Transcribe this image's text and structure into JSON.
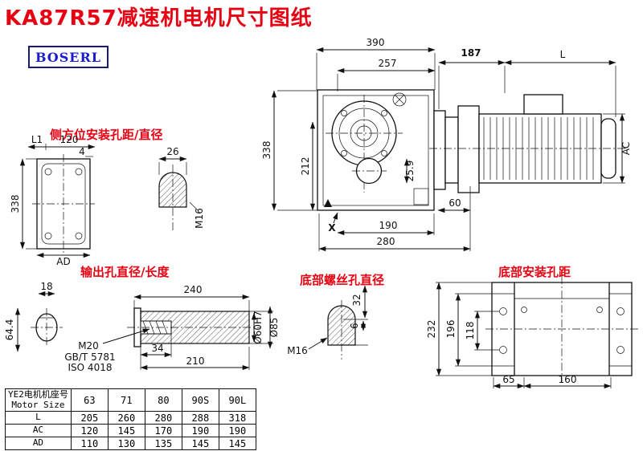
{
  "page": {
    "title": "KA87R57减速机电机尺寸图纸",
    "logo": "BOSERL"
  },
  "section_labels": {
    "side_mount": "侧方位安装孔距/直径",
    "output_hole": "输出孔直径/长度",
    "bottom_screw": "底部螺丝孔直径",
    "bottom_mount": "底部安装孔距"
  },
  "main_view": {
    "w390": "390",
    "w257": "257",
    "w187": "187",
    "len_l": "L",
    "h338": "338",
    "h212": "212",
    "d25_9": "25.9",
    "w60": "60",
    "x_mark": "X",
    "w190": "190",
    "w280": "280",
    "ac": "AC"
  },
  "flange_view": {
    "l1": "L1",
    "w120": "120",
    "w4": "4",
    "h338": "338",
    "ad": "AD"
  },
  "side_hole_view": {
    "w26": "26",
    "thread": "M16"
  },
  "output_view": {
    "w18": "18",
    "h64_4": "64.4",
    "w240": "240",
    "thread": "M20",
    "std_gb": "GB/T 5781",
    "std_iso": "ISO 4018",
    "w34": "34",
    "w210": "210",
    "d60": "Ø60H7",
    "d85": "Ø85"
  },
  "bottom_screw_view": {
    "h32": "32",
    "h6": "6",
    "thread": "M16"
  },
  "bottom_mount_view": {
    "h232": "232",
    "h196": "196",
    "h118": "118",
    "w65": "65",
    "w160": "160"
  },
  "table": {
    "header_cn": "YE2电机机座号",
    "header_en": "Motor Size",
    "sizes": [
      "63",
      "71",
      "80",
      "90S",
      "90L"
    ],
    "rows": [
      {
        "label": "L",
        "values": [
          "205",
          "260",
          "280",
          "288",
          "318"
        ]
      },
      {
        "label": "AC",
        "values": [
          "120",
          "145",
          "170",
          "190",
          "190"
        ]
      },
      {
        "label": "AD",
        "values": [
          "110",
          "130",
          "135",
          "145",
          "145"
        ]
      }
    ]
  }
}
